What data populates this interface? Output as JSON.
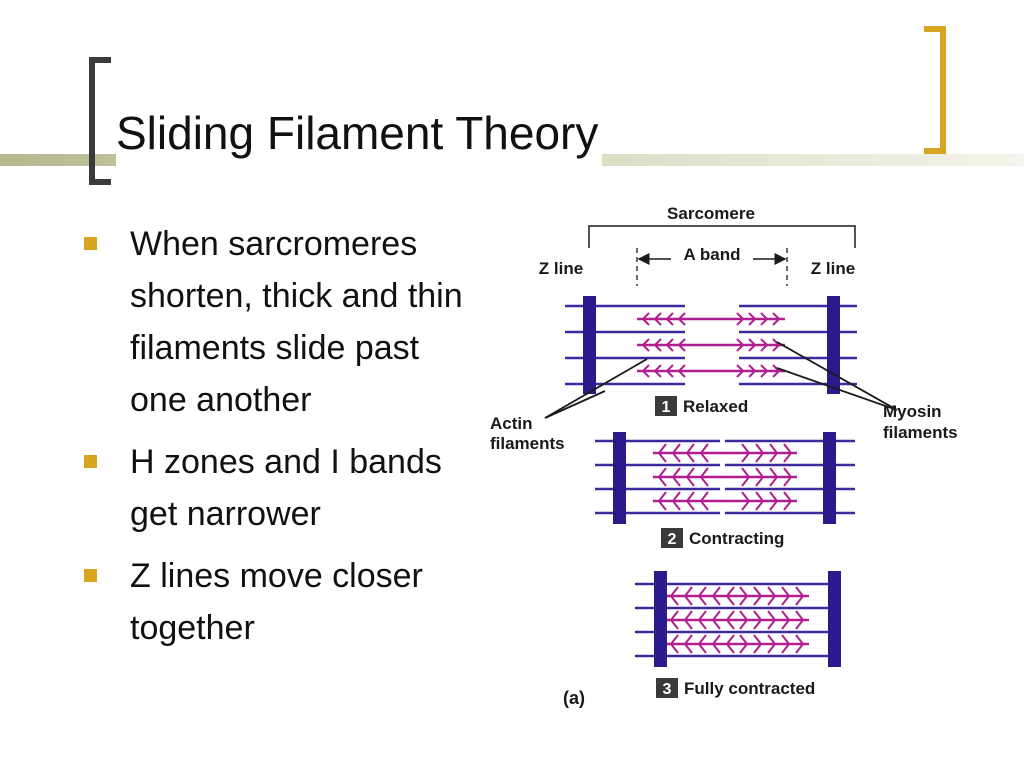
{
  "slide": {
    "title": "Sliding Filament Theory",
    "bullets": [
      "When sarcromeres shorten, thick and thin filaments slide past one another",
      "H zones and I bands get narrower",
      "Z lines move closer together"
    ],
    "accent_color": "#d8a520"
  },
  "diagram": {
    "sarcomere_label": "Sarcomere",
    "z_line_left": "Z line",
    "z_line_right": "Z line",
    "a_band_label": "A band",
    "actin_label_line1": "Actin",
    "actin_label_line2": "filaments",
    "myosin_label_line1": "Myosin",
    "myosin_label_line2": "filaments",
    "panels": [
      {
        "number": "1",
        "label": "Relaxed"
      },
      {
        "number": "2",
        "label": "Contracting"
      },
      {
        "number": "3",
        "label": "Fully contracted"
      }
    ],
    "figure_label": "(a)",
    "colors": {
      "z_disc": "#2a1a8c",
      "actin": "#3a2a9c",
      "myosin": "#b01e8f"
    }
  }
}
